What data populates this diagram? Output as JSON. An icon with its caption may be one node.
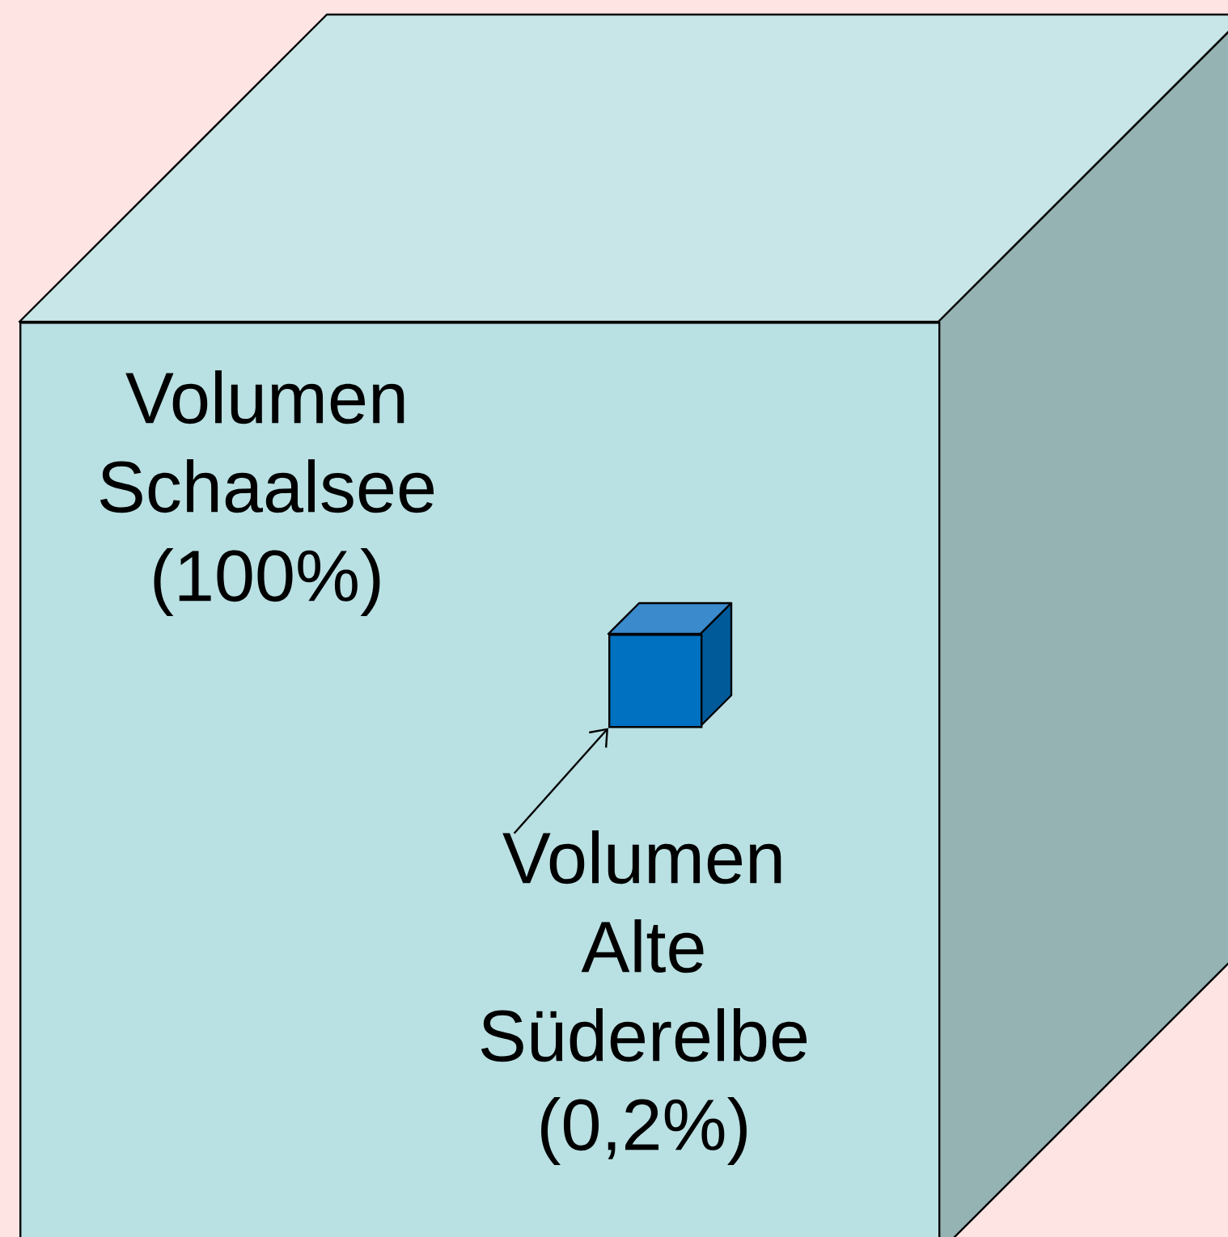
{
  "diagram": {
    "nodes": [
      {
        "text": [
          "Volumen Schaalsee (100%)"
        ]
      },
      {
        "text": [],
        "shape": "cube",
        "in": 0
      },
      {
        "text": [
          "Volumen Alte Süderelbe (0,2%)"
        ],
        "in": 0
      }
    ],
    "edges": [
      {
        "from": 2,
        "to": 1,
        "arrow": "to"
      }
    ]
  }
}
